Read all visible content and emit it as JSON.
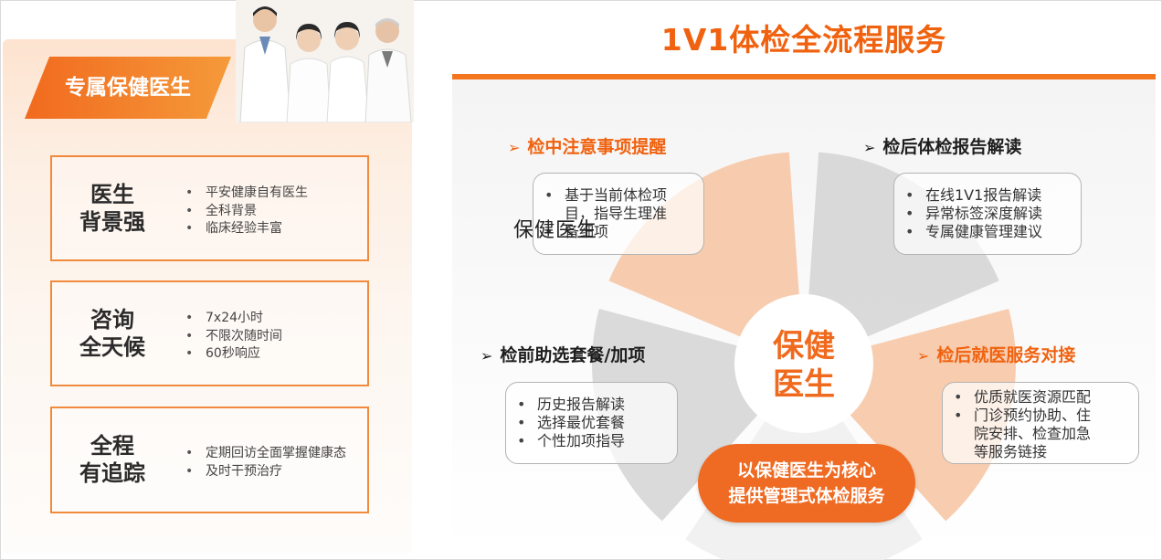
{
  "left": {
    "banner_title": "专属保健医生",
    "features": [
      {
        "title_line1": "医生",
        "title_line2": "背景强",
        "points": [
          "平安健康自有医生",
          "全科背景",
          "临床经验丰富"
        ]
      },
      {
        "title_line1": "咨询",
        "title_line2": "全天候",
        "points": [
          "7x24小时",
          "不限次随时间",
          "60秒响应"
        ]
      },
      {
        "title_line1": "全程",
        "title_line2": "有追踪",
        "points": [
          "定期回访全面掌握健康态",
          "及时干预治疗"
        ]
      }
    ]
  },
  "right": {
    "title": "1V1体检全流程服务",
    "center_line1": "保健",
    "center_line2": "医生",
    "core_line1": "以保健医生为核心",
    "core_line2": "提供管理式体检服务",
    "overlay_text": "保健医生",
    "services": {
      "during": {
        "heading": "检中注意事项提醒",
        "points": [
          "基于当前体检项",
          "目，指导生理准",
          "备细项"
        ]
      },
      "report": {
        "heading": "检后体检报告解读",
        "points": [
          "在线1V1报告解读",
          "异常标签深度解读",
          "专属健康管理建议"
        ]
      },
      "before": {
        "heading": "检前助选套餐/加项",
        "points": [
          "历史报告解读",
          "选择最优套餐",
          "个性加项指导"
        ]
      },
      "medical": {
        "heading": "检后就医服务对接",
        "points": [
          "优质就医资源匹配",
          "门诊预约协助、住",
          "院安排、检查加急",
          "等服务链接"
        ]
      }
    }
  },
  "colors": {
    "accent": "#f0620f",
    "wheel_orange": "#f7c3a0",
    "wheel_gray": "#d3d3d3"
  },
  "icons": {
    "heading_arrow": "➢"
  }
}
